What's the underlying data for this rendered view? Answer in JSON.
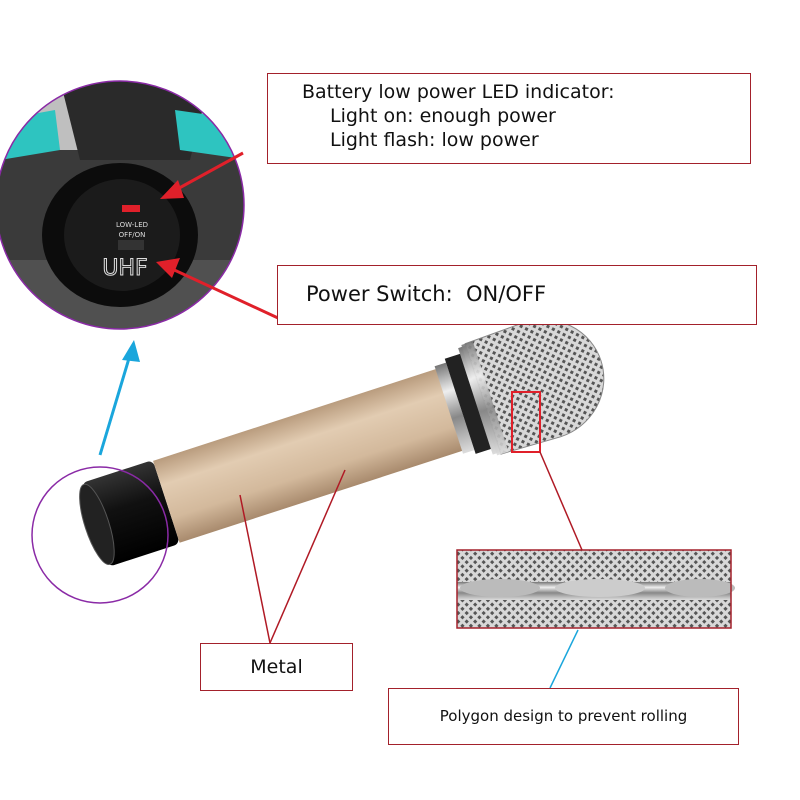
{
  "callouts": {
    "battery": {
      "line1": "Battery low power LED indicator:",
      "line2": "Light on: enough power",
      "line3": "Light flash: low power"
    },
    "power_switch": "Power Switch:  ON/OFF",
    "metal": "Metal",
    "polygon": "Polygon design to prevent rolling"
  },
  "device_labels": {
    "led": "LOW-LED",
    "switch": "OFF/ON",
    "brand": "UHF"
  },
  "colors": {
    "callout_border": "#a3212b",
    "arrow_red": "#e0202a",
    "pointer_blue": "#1aa6dc",
    "circle_purple": "#8a2aa6",
    "body_gold": "#cdb394"
  }
}
